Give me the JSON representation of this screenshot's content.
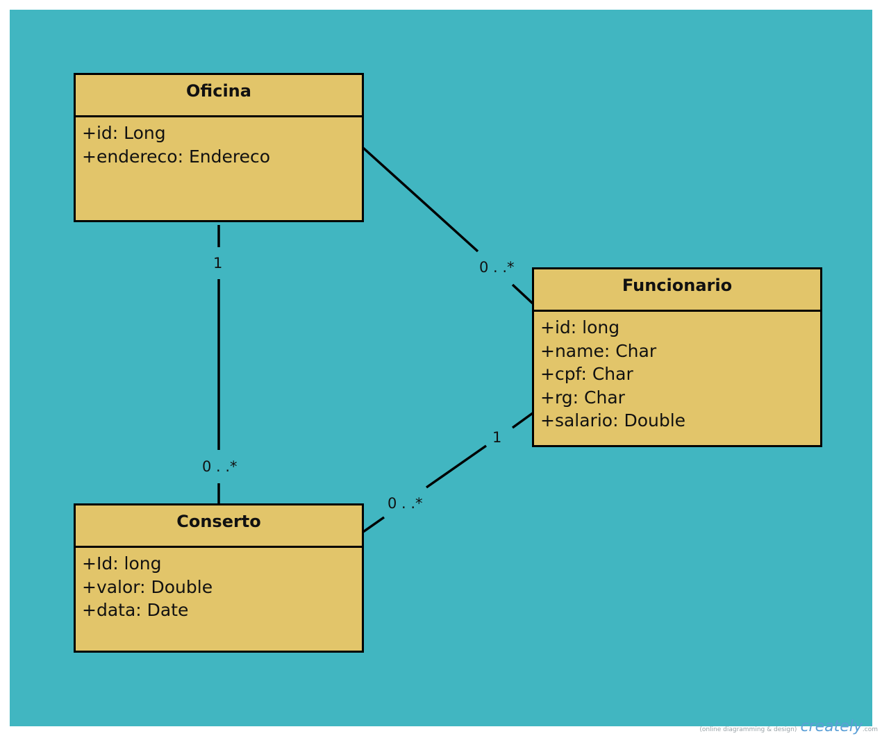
{
  "diagram": {
    "classes": [
      {
        "id": "oficina",
        "name": "Oficina",
        "attributes": [
          "+id: Long",
          "+endereco: Endereco"
        ]
      },
      {
        "id": "funcionario",
        "name": "Funcionario",
        "attributes": [
          "+id: long",
          "+name: Char",
          "+cpf: Char",
          "+rg: Char",
          "+salario: Double"
        ]
      },
      {
        "id": "conserto",
        "name": "Conserto",
        "attributes": [
          "+Id: long",
          "+valor: Double",
          "+data: Date"
        ]
      }
    ],
    "associations": [
      {
        "from": "Oficina",
        "to": "Funcionario",
        "from_multiplicity": "",
        "to_multiplicity": "0 . .*"
      },
      {
        "from": "Oficina",
        "to": "Conserto",
        "from_multiplicity": "1",
        "to_multiplicity": "0 . .*"
      },
      {
        "from": "Funcionario",
        "to": "Conserto",
        "from_multiplicity": "1",
        "to_multiplicity": "0 . .*"
      }
    ]
  },
  "watermark": {
    "tagline": "(online diagramming & design)",
    "logo": "creately",
    "tld": ".com"
  },
  "colors": {
    "canvas": "#41b6c1",
    "class_fill": "#e2c56a",
    "line": "#000000"
  }
}
